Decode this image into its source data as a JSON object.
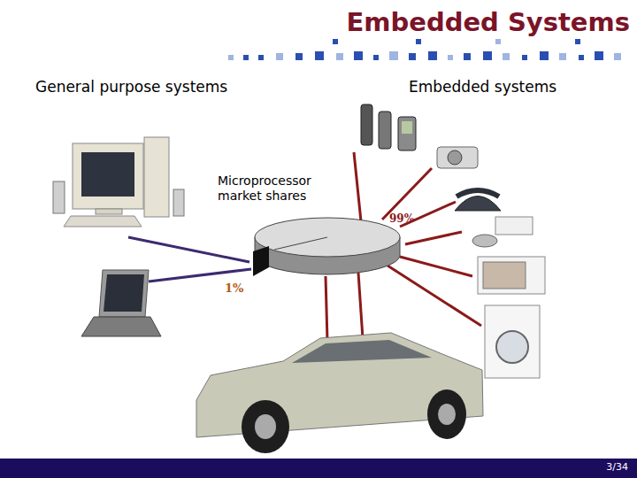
{
  "diagram": {
    "title": "Embedded Systems",
    "labels": [
      "General purpose systems",
      "Embedded systems",
      "Microprocessor market shares",
      "99%",
      "1%",
      "3/34"
    ]
  }
}
